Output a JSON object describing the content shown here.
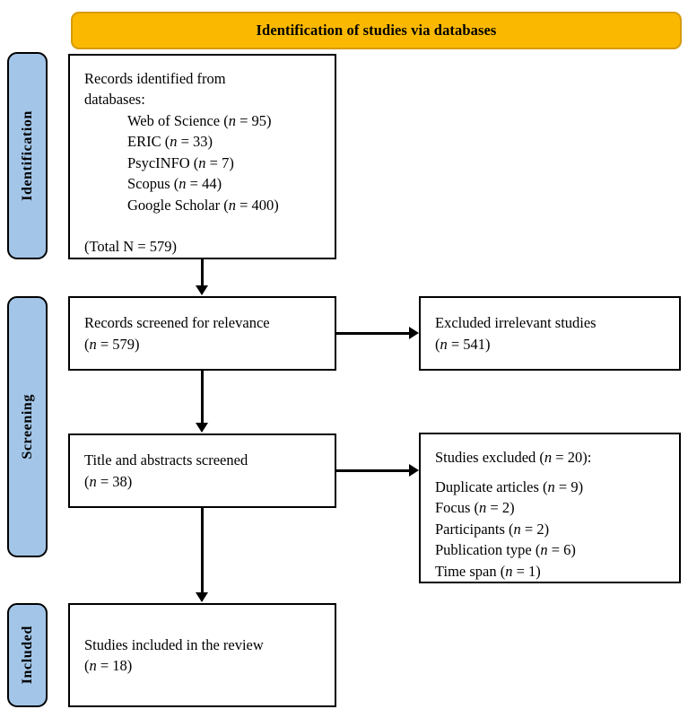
{
  "diagram": {
    "type": "prisma-flow-diagram",
    "banner": {
      "label": "Identification of studies via databases",
      "color": "#FAB900",
      "border_color": "#D79B0B"
    },
    "stages": [
      {
        "key": "identification",
        "label": "Identification",
        "color": "#A3C6E8"
      },
      {
        "key": "screening",
        "label": "Screening",
        "color": "#A3C6E8"
      },
      {
        "key": "included",
        "label": "Included",
        "color": "#A3C6E8"
      }
    ],
    "boxes": {
      "identified": {
        "heading_line1": "Records identified from",
        "heading_line2": "databases:",
        "sources": [
          {
            "name": "Web of Science",
            "n": 95,
            "text": "Web of Science (n = 95)"
          },
          {
            "name": "ERIC",
            "n": 33,
            "text": "ERIC (n = 33)"
          },
          {
            "name": "PsycINFO",
            "n": 7,
            "text": "PsycINFO (n = 7)"
          },
          {
            "name": "Scopus",
            "n": 44,
            "text": "Scopus (n = 44)"
          },
          {
            "name": "Google Scholar",
            "n": 400,
            "text": "Google Scholar (n = 400)"
          }
        ],
        "total_line": "(Total N = 579)",
        "total_n": 579
      },
      "screened": {
        "line1": "Records screened for relevance",
        "line2": "(n = 579)",
        "n": 579
      },
      "titles": {
        "line1": "Title and abstracts screened",
        "line2": "(n = 38)",
        "n": 38
      },
      "included": {
        "line1": "Studies included in the review",
        "line2": "(n = 18)",
        "n": 18
      },
      "excluded_irrelevant": {
        "line1": "Excluded irrelevant studies",
        "line2": "(n = 541)",
        "n": 541
      },
      "excluded_reasons": {
        "heading": "Studies excluded (n = 20):",
        "total_n": 20,
        "reasons": [
          {
            "label": "Duplicate articles",
            "n": 9,
            "text": "Duplicate articles (n = 9)"
          },
          {
            "label": "Focus",
            "n": 2,
            "text": "Focus (n = 2)"
          },
          {
            "label": "Participants",
            "n": 2,
            "text": "Participants (n = 2)"
          },
          {
            "label": "Publication type",
            "n": 6,
            "text": "Publication type (n = 6)"
          },
          {
            "label": "Time span",
            "n": 1,
            "text": "Time span (n = 1)"
          }
        ]
      }
    }
  }
}
